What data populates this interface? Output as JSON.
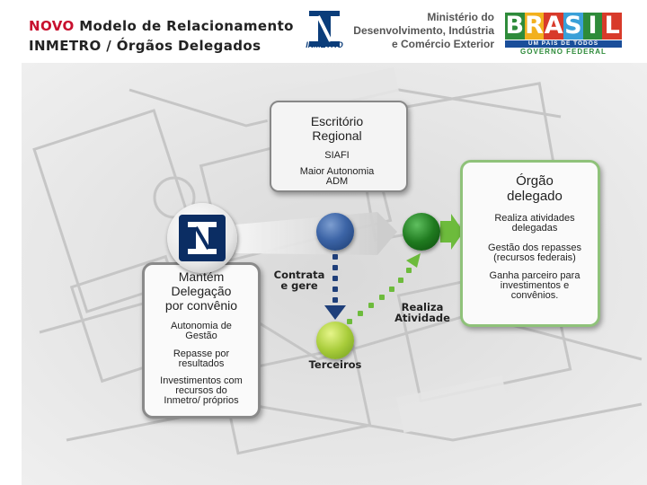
{
  "header": {
    "title_accent": "NOVO",
    "title_rest": " Modelo de Relacionamento",
    "subtitle": "INMETRO / Órgãos Delegados"
  },
  "logos": {
    "inmetro_word": "INMETRO",
    "ministry_lines": [
      "Ministério do",
      "Desenvolvimento, Indústria",
      "e Comércio Exterior"
    ],
    "brasil_letters": [
      "B",
      "R",
      "A",
      "S",
      "I",
      "L"
    ],
    "brasil_colors": [
      "#2e8b3a",
      "#f2b01e",
      "#d83a2a",
      "#3aa0d8",
      "#2e8b3a",
      "#d83a2a"
    ],
    "brasil_slogan": "UM PAÍS DE TODOS",
    "brasil_gov": "GOVERNO FEDERAL"
  },
  "left_box": {
    "heading_lines": [
      "Mantém",
      "Delegação",
      "por convênio"
    ],
    "items": [
      [
        "Autonomia de",
        "Gestão"
      ],
      [
        "Repasse por",
        "resultados"
      ],
      [
        "Investimentos com",
        "recursos do",
        "Inmetro/ próprios"
      ]
    ]
  },
  "center_box": {
    "heading_lines": [
      "Escritório",
      "Regional"
    ],
    "items": [
      [
        "SIAFI"
      ],
      [
        "Maior Autonomia",
        "ADM"
      ]
    ]
  },
  "right_box": {
    "heading_lines": [
      "Órgão",
      "delegado"
    ],
    "items": [
      [
        "Realiza atividades",
        "delegadas"
      ],
      [
        "Gestão dos repasses",
        "(recursos federais)"
      ],
      [
        "Ganha parceiro para",
        "investimentos e",
        "convênios."
      ]
    ]
  },
  "flow_labels": {
    "contrata": [
      "Contrata",
      "e gere"
    ],
    "terceiros": [
      "Terceiros"
    ],
    "realiza": [
      "Realiza",
      "Atividade"
    ]
  },
  "colors": {
    "accent": "#c8102e",
    "right_box_border": "#8fc27a",
    "arrow_blue": "#1f3f7a",
    "arrow_green": "#6dbb3c"
  },
  "icons": {
    "inmetro_node": "inmetro-logo",
    "center_node": "blue-sphere",
    "right_node": "green-sphere",
    "bottom_node": "lime-sphere"
  }
}
